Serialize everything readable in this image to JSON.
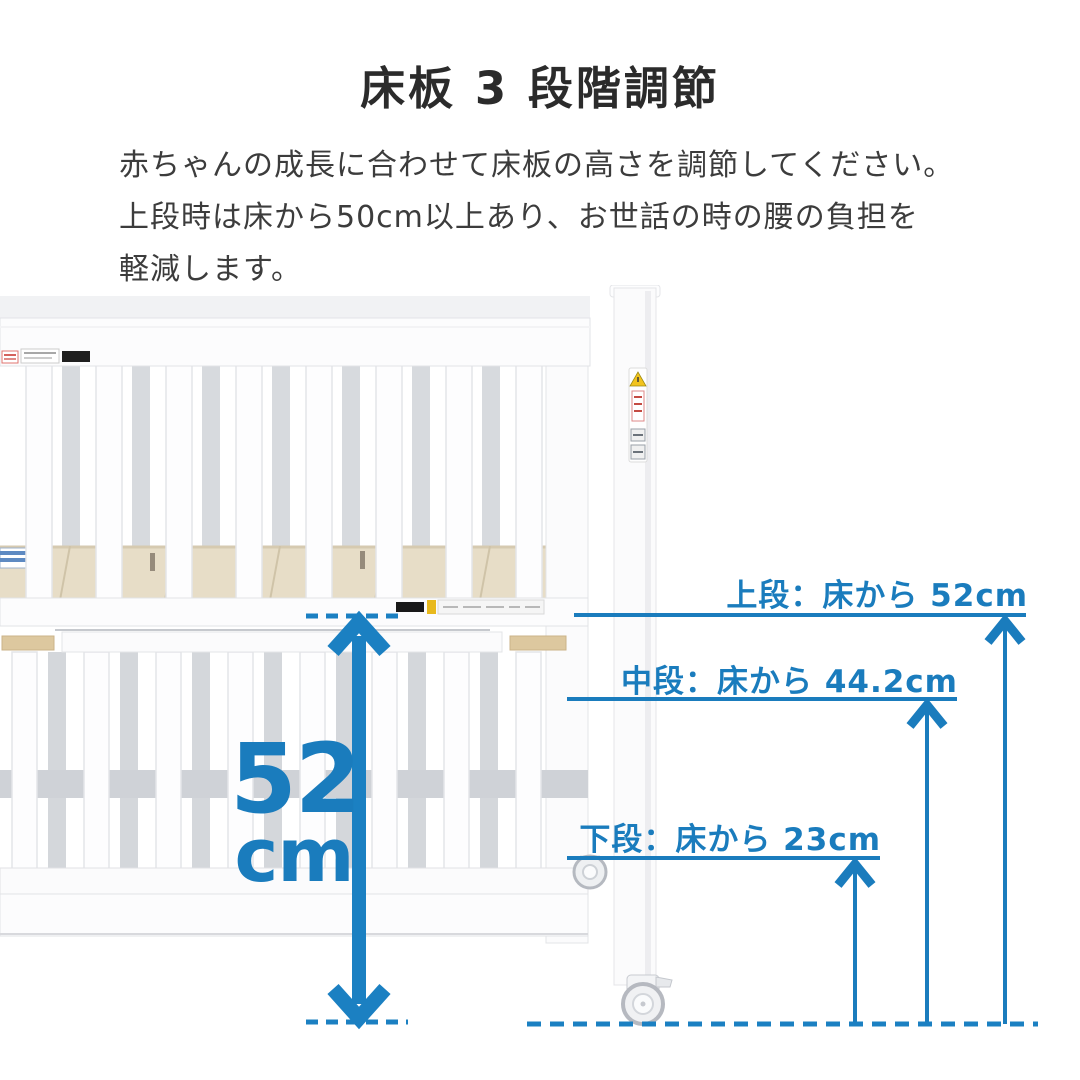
{
  "colors": {
    "accent": "#1a7cbd",
    "arrow": "#1b80c2",
    "title_text": "#2b2b2b",
    "body_text": "#3c3c3c",
    "wood": "#e7ddc7"
  },
  "header": {
    "title": "床板 3 段階調節",
    "description_lines": [
      "赤ちゃんの成長に合わせて床板の高さを調節してください。",
      "上段時は床から50cm以上あり、お世話の時の腰の負担を",
      "軽減します。"
    ]
  },
  "measurements": {
    "upper": {
      "name": "上段",
      "label": "上段：床から 52cm",
      "height_cm": 52
    },
    "middle": {
      "name": "中段",
      "label": "中段：床から 44.2cm",
      "height_cm": 44.2
    },
    "lower": {
      "name": "下段",
      "label": "下段：床から 23cm",
      "height_cm": 23
    },
    "arrow_value": "52",
    "arrow_unit": "cm"
  },
  "illustration": {
    "type": "crib-photo"
  }
}
